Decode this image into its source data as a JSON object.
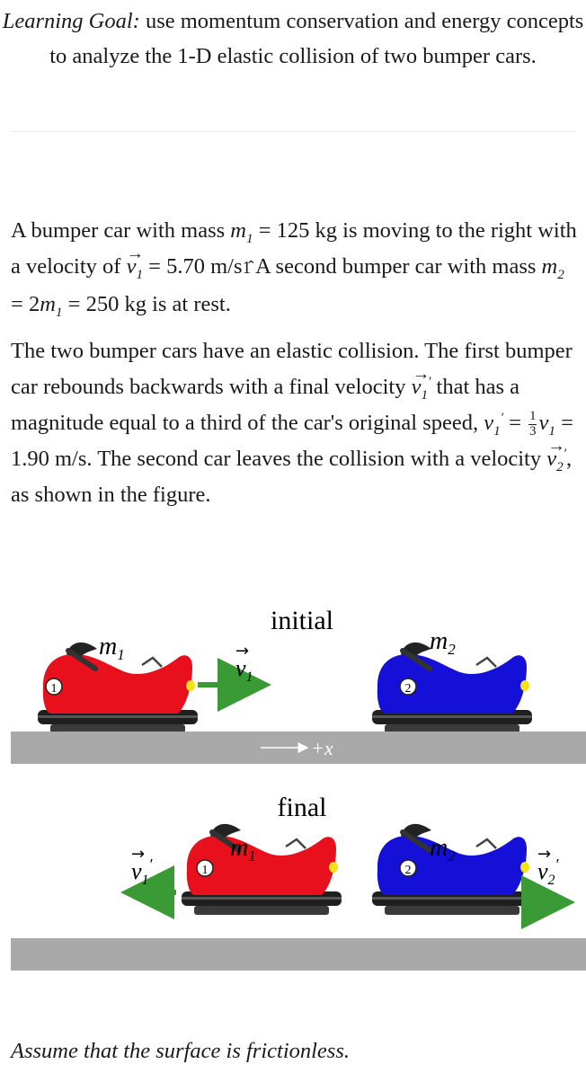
{
  "goal": {
    "lead": "Learning Goal:",
    "text": "use momentum conservation and energy concepts to analyze the 1-D elastic collision of two bumper cars."
  },
  "problem": {
    "p1": {
      "s1": "A bumper car with mass ",
      "m1_sym": "m",
      "m1_sub": "1",
      "s2": " = 125 kg is moving to the right with a velocity of ",
      "v1_sym": "v",
      "v1_sub": "1",
      "s3": " = 5.70 m/s",
      "unit_hat": "1̂",
      "s4": " A second bumper car with mass ",
      "m2_sym": "m",
      "m2_sub": "2",
      "s5": " = 2",
      "m1b_sym": "m",
      "m1b_sub": "1",
      "s6": " = 250 kg is at rest."
    },
    "p2": {
      "s1": "The two bumper cars have an elastic collision. The first bumper car rebounds backwards with a final velocity ",
      "v1p_sym": "v",
      "v1p_sub": "1",
      "prime": "′",
      "s2": " that has a magnitude equal to a third of the car's original speed, ",
      "v1p2_sym": "v",
      "v1p2_sub": "1",
      "s3": " = ",
      "frac_num": "1",
      "frac_den": "3",
      "v1b_sym": "v",
      "v1b_sub": "1",
      "s4": " = 1.90 m/s. The second car leaves the collision with a velocity ",
      "v2p_sym": "v",
      "v2p_sub": "2",
      "s5": ", as shown in the figure."
    }
  },
  "figure": {
    "initial_label": "initial",
    "final_label": "final",
    "m1": "m",
    "m1_sub": "1",
    "m2": "m",
    "m2_sub": "2",
    "v1": "v",
    "v1_sub": "1",
    "v1p": "v",
    "v1p_sub": "1",
    "v2p": "v",
    "v2p_sub": "2",
    "prime": "′",
    "axis_label": "+x",
    "car1_number": "1",
    "car2_number": "2",
    "colors": {
      "car1": "#e8101c",
      "car2": "#1410d8",
      "arrow": "#3a9a35",
      "ground": "#a9a9a9",
      "bumper": "#2a2a2a",
      "light": "#f5e21a"
    }
  },
  "note": "Assume that the surface is frictionless."
}
